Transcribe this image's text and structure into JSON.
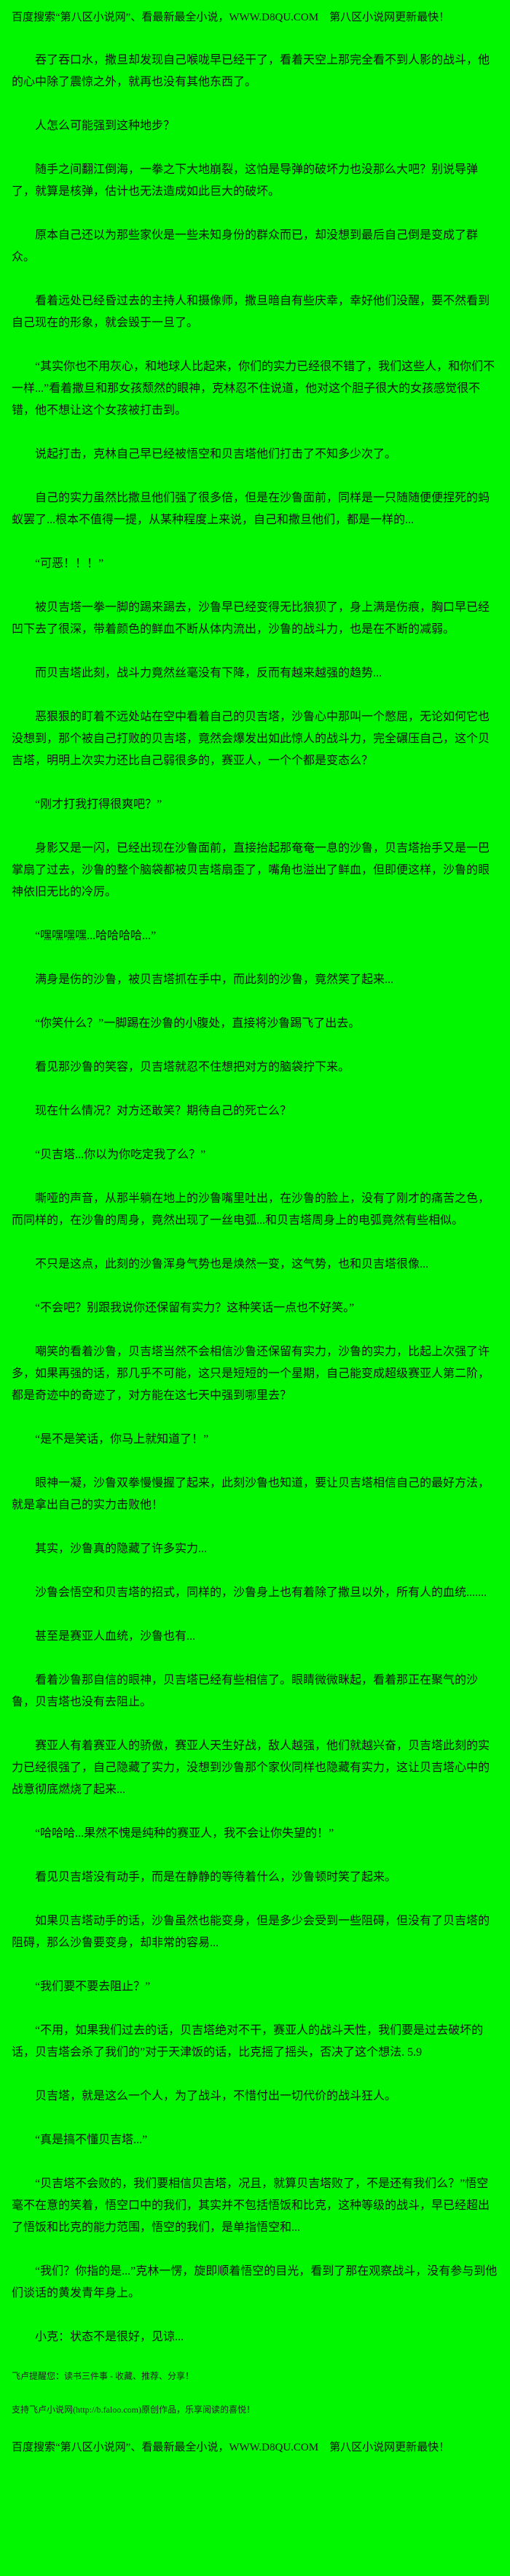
{
  "colors": {
    "background": "#00f700",
    "text": "#111111"
  },
  "header": {
    "text": "百度搜索“第八区小说网”、看最新最全小说，WWW.D8QU.COM　第八区小说网更新最快！"
  },
  "content": {
    "paragraphs": [
      "吞了吞口水，撒旦却发现自己喉咙早已经干了，看着天空上那完全看不到人影的战斗，他的心中除了震惊之外，就再也没有其他东西了。",
      "人怎么可能强到这种地步？",
      "随手之间翻江倒海，一拳之下大地崩裂，这怕是导弹的破坏力也没那么大吧？别说导弹了，就算是核弹，估计也无法造成如此巨大的破坏。",
      "原本自己还以为那些家伙是一些未知身份的群众而已，却没想到最后自己倒是变成了群众。",
      "看着远处已经昏过去的主持人和摄像师，撒旦暗自有些庆幸，幸好他们没醒，要不然看到自己现在的形象，就会毁于一旦了。",
      "“其实你也不用灰心，和地球人比起来，你们的实力已经很不错了，我们这些人，和你们不一样...”看着撒旦和那女孩颓然的眼神，克林忍不住说道，他对这个胆子很大的女孩感觉很不错，他不想让这个女孩被打击到。",
      "说起打击，克林自己早已经被悟空和贝吉塔他们打击了不知多少次了。",
      "自己的实力虽然比撒旦他们强了很多倍，但是在沙鲁面前，同样是一只随随便便捏死的蚂蚁罢了...根本不值得一提，从某种程度上来说，自己和撒旦他们，都是一样的...",
      "“可恶！！！”",
      "被贝吉塔一拳一脚的踢来踢去，沙鲁早已经变得无比狼狈了，身上满是伤痕，胸口早已经凹下去了很深，带着颜色的鲜血不断从体内流出，沙鲁的战斗力，也是在不断的减弱。",
      "而贝吉塔此刻，战斗力竟然丝毫没有下降，反而有越来越强的趋势...",
      "恶狠狠的盯着不远处站在空中看着自己的贝吉塔，沙鲁心中那叫一个憋屈，无论如何它也没想到，那个被自己打败的贝吉塔，竟然会爆发出如此惊人的战斗力，完全碾压自己，这个贝吉塔，明明上次实力还比自己弱很多的，赛亚人，一个个都是变态么？",
      "“刚才打我打得很爽吧？”",
      "身影又是一闪，已经出现在沙鲁面前，直接抬起那奄奄一息的沙鲁，贝吉塔抬手又是一巴掌扇了过去，沙鲁的整个脑袋都被贝吉塔扇歪了，嘴角也溢出了鲜血，但即便这样，沙鲁的眼神依旧无比的冷厉。",
      "“嘿嘿嘿嘿...哈哈哈哈...”",
      "满身是伤的沙鲁，被贝吉塔抓在手中，而此刻的沙鲁，竟然笑了起来...",
      "“你笑什么？”一脚踢在沙鲁的小腹处，直接将沙鲁踢飞了出去。",
      "看见那沙鲁的笑容，贝吉塔就忍不住想把对方的脑袋拧下来。",
      "现在什么情况？对方还敢笑？期待自己的死亡么？",
      "“贝吉塔...你以为你吃定我了么？”",
      "嘶哑的声音，从那半躺在地上的沙鲁嘴里吐出，在沙鲁的脸上，没有了刚才的痛苦之色，而同样的，在沙鲁的周身，竟然出现了一丝电弧...和贝吉塔周身上的电弧竟然有些相似。",
      "不只是这点，此刻的沙鲁浑身气势也是焕然一变，这气势，也和贝吉塔很像...",
      "“不会吧？别跟我说你还保留有实力？这种笑话一点也不好笑。”",
      "嘲笑的看着沙鲁，贝吉塔当然不会相信沙鲁还保留有实力，沙鲁的实力，比起上次强了许多，如果再强的话，那几乎不可能，这只是短短的一个星期，自己能变成超级赛亚人第二阶，都是奇迹中的奇迹了，对方能在这七天中强到哪里去？",
      "“是不是笑话，你马上就知道了！”",
      "眼神一凝，沙鲁双拳慢慢握了起来，此刻沙鲁也知道，要让贝吉塔相信自己的最好方法，就是拿出自己的实力击败他！",
      "其实，沙鲁真的隐藏了许多实力...",
      "沙鲁会悟空和贝吉塔的招式，同样的，沙鲁身上也有着除了撒旦以外，所有人的血统.......",
      "甚至是赛亚人血统，沙鲁也有...",
      "看着沙鲁那自信的眼神，贝吉塔已经有些相信了。眼睛微微眯起，看着那正在聚气的沙鲁，贝吉塔也没有去阻止。",
      "赛亚人有着赛亚人的骄傲，赛亚人天生好战，敌人越强，他们就越兴奋，贝吉塔此刻的实力已经很强了，自己隐藏了实力，没想到沙鲁那个家伙同样也隐藏有实力，这让贝吉塔心中的战意彻底燃烧了起来...",
      "“哈哈哈...果然不愧是纯种的赛亚人，我不会让你失望的！”",
      "看见贝吉塔没有动手，而是在静静的等待着什么，沙鲁顿时笑了起来。",
      "如果贝吉塔动手的话，沙鲁虽然也能变身，但是多少会受到一些阻碍，但没有了贝吉塔的阻碍，那么沙鲁要变身，却非常的容易...",
      "“我们要不要去阻止？”",
      "“不用，如果我们过去的话，贝吉塔绝对不干，赛亚人的战斗天性，我们要是过去破坏的话，贝吉塔会杀了我们的”对于天津饭的话，比克摇了摇头，否决了这个想法. 5.9",
      "贝吉塔，就是这么一个人，为了战斗，不惜付出一切代价的战斗狂人。",
      "“真是搞不懂贝吉塔...”",
      "“贝吉塔不会败的，我们要相信贝吉塔，况且，就算贝吉塔败了，不是还有我们么？”悟空毫不在意的笑着，悟空口中的我们，其实并不包括悟饭和比克，这种等级的战斗，早已经超出了悟饭和比克的能力范围，悟空的我们，是单指悟空和...",
      "“我们？你指的是...”克林一愣，旋即顺着悟空的目光，看到了那在观察战斗，没有参与到他们谈话的黄发青年身上。",
      "小克：状态不是很好，见谅..."
    ]
  },
  "promo": {
    "reminder": "飞卢提醒您：读书三件事 - 收藏、推荐、分享！",
    "support": "支持飞卢小说网(http://b.faloo.com)原创作品，乐享阅读的喜悦！"
  },
  "footer": {
    "text": "百度搜索“第八区小说网”、看最新最全小说，WWW.D8QU.COM　第八区小说网更新最快！"
  }
}
